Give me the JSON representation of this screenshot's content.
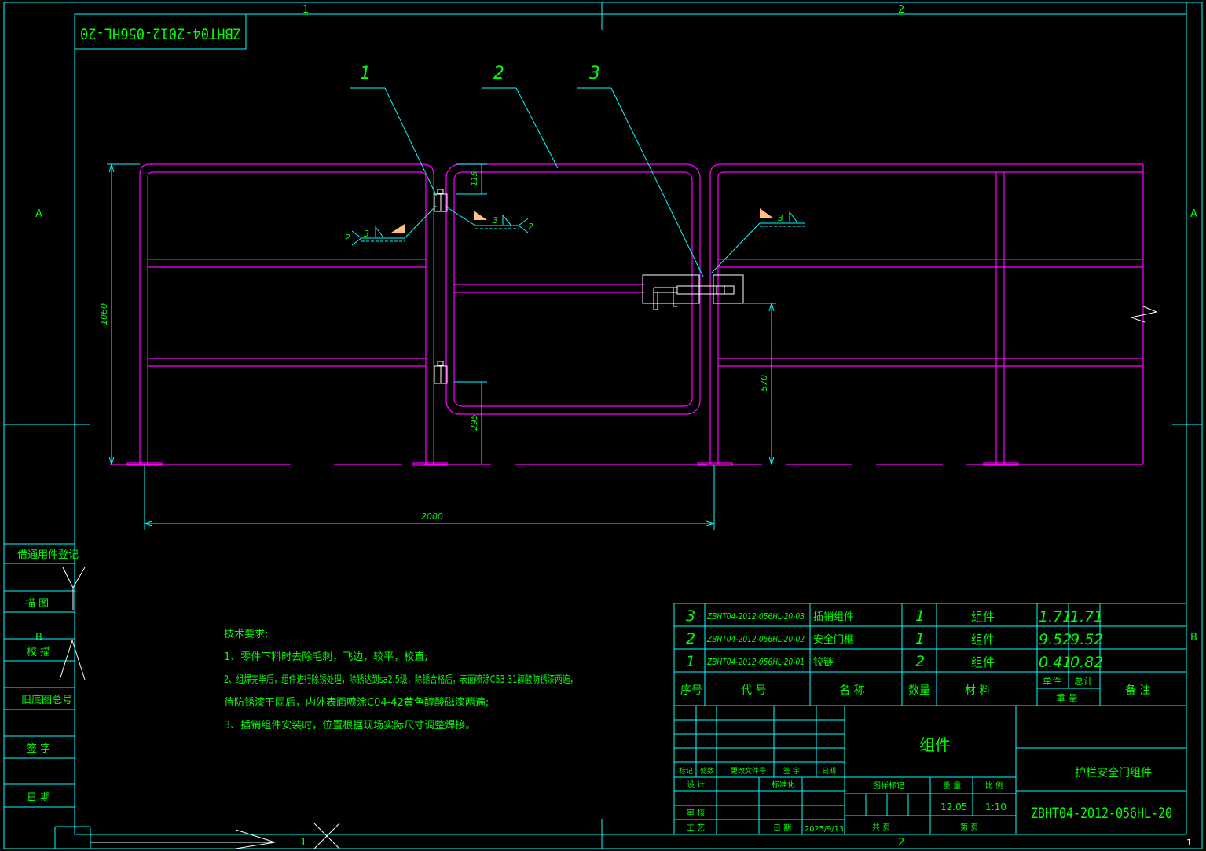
{
  "drawing": {
    "title_code_mirror": "ZBHT04-2012-056HL-20",
    "zone_cols": [
      "1",
      "2"
    ],
    "zone_rows": [
      "A",
      "B"
    ],
    "sheet_no": "1",
    "balloons": [
      "1",
      "2",
      "3"
    ],
    "dimensions": {
      "height_total": "1060",
      "gate_top": "115",
      "gate_bottom": "295",
      "latch_height": "570",
      "width": "2000"
    },
    "welds": {
      "left": {
        "size_a": "3",
        "size_b": "2"
      },
      "center": {
        "size_a": "3",
        "size_b": "2"
      },
      "right": {
        "size_a": "3"
      }
    },
    "side_labels": [
      "借通用件登记",
      "描 图",
      "校 描",
      "旧底图总号",
      "签 字",
      "日 期"
    ],
    "tech_requirements": {
      "heading": "技术要求:",
      "lines": [
        "1、零件下料时去除毛刺，飞边，较平，校直;",
        "2、组焊完毕后，组件进行除锈处理，除锈达到sa2.5级，除锈合格后，表面喷涂C53-31醇酸防锈漆两遍，",
        "待防锈漆干固后，内外表面喷涂C04-42黄色醇酸磁漆两遍;",
        "3、插销组件安装时，位置根据现场实际尺寸调整焊接。"
      ]
    },
    "bom": {
      "rows": [
        {
          "seq": "3",
          "code": "ZBHT04-2012-056HL-20-03",
          "name": "插销组件",
          "qty": "1",
          "material": "组件",
          "unit_w": "1.71",
          "total_w": "1.71"
        },
        {
          "seq": "2",
          "code": "ZBHT04-2012-056HL-20-02",
          "name": "安全门框",
          "qty": "1",
          "material": "组件",
          "unit_w": "9.52",
          "total_w": "9.52"
        },
        {
          "seq": "1",
          "code": "ZBHT04-2012-056HL-20-01",
          "name": "铰链",
          "qty": "2",
          "material": "组件",
          "unit_w": "0.41",
          "total_w": "0.82"
        }
      ],
      "header": {
        "seq": "序号",
        "code": "代 号",
        "name": "名 称",
        "qty": "数量",
        "material": "材 料",
        "unit": "单件",
        "total": "总计",
        "weight": "重 量",
        "note": "备 注"
      }
    },
    "title_block": {
      "type": "组件",
      "name": "护栏安全门组件",
      "code": "ZBHT04-2012-056HL-20",
      "rev_headers": [
        "标记",
        "处数",
        "更改文件号",
        "签 字",
        "日期"
      ],
      "design": "设 计",
      "standard": "标准化",
      "review": "审 核",
      "process": "工 艺",
      "date_label": "日 期",
      "date": "2025/9/13",
      "stage": "图样标记",
      "weight_label": "重 量",
      "scale_label": "比 例",
      "weight": "12.05",
      "scale": "1:10",
      "sheets_total": "共 页",
      "sheet_of": "第 页"
    }
  }
}
